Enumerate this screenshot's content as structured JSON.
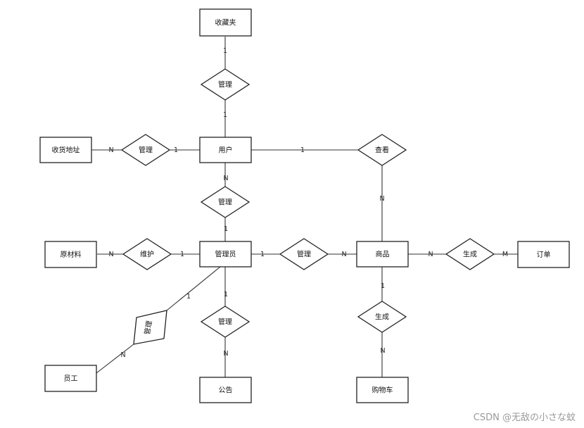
{
  "entities": {
    "favorites": "收藏夹",
    "user": "用户",
    "address": "收货地址",
    "raw_material": "原材料",
    "admin": "管理员",
    "product": "商品",
    "order": "订单",
    "staff": "员工",
    "notice": "公告",
    "cart": "购物车"
  },
  "relationships": {
    "user_favorites": "管理",
    "user_address": "管理",
    "user_product": "查看",
    "user_admin": "管理",
    "admin_raw": "维护",
    "admin_product": "管理",
    "product_order": "生成",
    "admin_staff": "管理",
    "admin_notice": "管理",
    "product_cart": "生成"
  },
  "cardinalities": {
    "favorites_side": "1",
    "user_side_favorites": "1",
    "address_side": "N",
    "user_side_address": "1",
    "user_side_product": "1",
    "product_side_view": "N",
    "user_side_admin": "N",
    "admin_side_user": "1",
    "raw_side": "N",
    "admin_side_raw": "1",
    "admin_side_product": "1",
    "product_side_admin": "N",
    "product_side_order": "N",
    "order_side": "M",
    "admin_side_staff": "1",
    "staff_side": "N",
    "admin_side_notice": "1",
    "notice_side": "N",
    "product_side_cart": "1",
    "cart_side": "N"
  },
  "watermark": "CSDN @无敌の小さな蚊"
}
